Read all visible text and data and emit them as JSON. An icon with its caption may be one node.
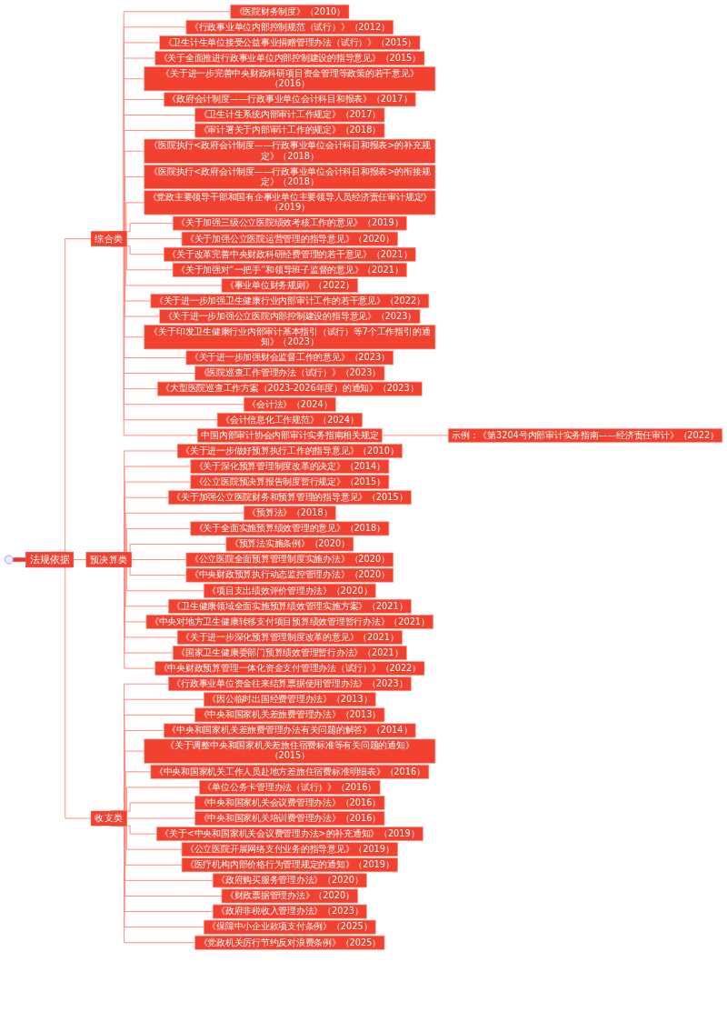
{
  "diagram": {
    "nodes": [
      {
        "text": [
          "法规依据"
        ]
      },
      {
        "text": [
          "综合类"
        ]
      },
      {
        "text": [
          "《医院财务制度》（2010）"
        ]
      },
      {
        "text": [
          "《行政事业单位内部控制规范（试行）》（2012）"
        ]
      },
      {
        "text": [
          "《卫生计生单位接受公益事业捐赠管理办法（试行）》（2015）"
        ]
      },
      {
        "text": [
          "《关于全面推进行政事业单位内部控制建设的指导意见》（2015）"
        ]
      },
      {
        "text": [
          "《关于进一步完善中央财政科研项目资金管理等政策的若干意见》（2016）"
        ]
      },
      {
        "text": [
          "《政府会计制度——行政事业单位会计科目和报表》（2017）"
        ]
      },
      {
        "text": [
          "《卫生计生系统内部审计工作规定》（2017）"
        ]
      },
      {
        "text": [
          "《审计署关于内部审计工作的规定》（2018）"
        ]
      },
      {
        "text": [
          "《医院执行<政府会计制度——行政事业单位会计科目和报表>的补充规定》（2018）"
        ]
      },
      {
        "text": [
          "《医院执行<政府会计制度——行政事业单位会计科目和报表>的衔接规定》（2018）"
        ]
      },
      {
        "text": [
          "《党政主要领导干部和国有企事业单位主要领导人员经济责任审计规定》（2019）"
        ]
      },
      {
        "text": [
          "《关于加强三级公立医院绩效考核工作的意见》（2019）"
        ]
      },
      {
        "text": [
          "《关于加强公立医院运营管理的指导意见》（2020）"
        ]
      },
      {
        "text": [
          "《关于改革完善中央财政科研经费管理的若干意见》（2021）"
        ]
      },
      {
        "text": [
          "《关于加强对“一把手”和领导班子监督的意见》（2021）"
        ]
      },
      {
        "text": [
          "《事业单位财务规则》（2022）"
        ]
      },
      {
        "text": [
          "《关于进一步加强卫生健康行业内部审计工作的若干意见》（2022）"
        ]
      },
      {
        "text": [
          "《关于进一步加强公立医院内部控制建设的指导意见》（2023）"
        ]
      },
      {
        "text": [
          "《关于印发卫生健康行业内部审计基本指引（试行）等7个工作指引的通知》（2023）"
        ]
      },
      {
        "text": [
          "《关于进一步加强财会监督工作的意见》（2023）"
        ]
      },
      {
        "text": [
          "《医院巡查工作管理办法（试行）》（2023）"
        ]
      },
      {
        "text": [
          "《大型医院巡查工作方案（2023-2026年度）的通知》（2023）"
        ]
      },
      {
        "text": [
          "《会计法》（2024）"
        ]
      },
      {
        "text": [
          "《会计信息化工作规范》（2024）"
        ]
      },
      {
        "text": [
          "中国内部审计协会内部审计实务指南相关规定"
        ]
      },
      {
        "text": [
          "示例：《第3204号内部审计实务指南——经济责任审计》（2022）"
        ]
      },
      {
        "text": [
          "预决算类"
        ]
      },
      {
        "text": [
          "《关于进一步做好预算执行工作的指导意见》（2010）"
        ]
      },
      {
        "text": [
          "《关于深化预算管理制度改革的决定》（2014）"
        ]
      },
      {
        "text": [
          "《公立医院预决算报告制度暂行规定》（2015）"
        ]
      },
      {
        "text": [
          "《关于加强公立医院财务和预算管理的指导意见》（2015）"
        ]
      },
      {
        "text": [
          "《预算法》（2018）"
        ]
      },
      {
        "text": [
          "《关于全面实施预算绩效管理的意见》（2018）"
        ]
      },
      {
        "text": [
          "《预算法实施条例》（2020）"
        ]
      },
      {
        "text": [
          "《公立医院全面预算管理制度实施办法》（2020）"
        ]
      },
      {
        "text": [
          "《中央财政预算执行动态监控管理办法》（2020）"
        ]
      },
      {
        "text": [
          "《项目支出绩效评价管理办法》（2020）"
        ]
      },
      {
        "text": [
          "《卫生健康领域全面实施预算绩效管理实施方案》（2021）"
        ]
      },
      {
        "text": [
          "《中央对地方卫生健康转移支付项目预算绩效管理暂行办法》（2021）"
        ]
      },
      {
        "text": [
          "《关于进一步深化预算管理制度改革的意见》（2021）"
        ]
      },
      {
        "text": [
          "《国家卫生健康委部门预算绩效管理暂行办法》（2021）"
        ]
      },
      {
        "text": [
          "《中央财政预算管理一体化资金支付管理办法（试行）》（2022）"
        ]
      },
      {
        "text": [
          "收支类"
        ]
      },
      {
        "text": [
          "《行政事业单位资金往来结算票据使用管理办法》（2023）"
        ]
      },
      {
        "text": [
          "《因公临时出国经费管理办法》（2013）"
        ]
      },
      {
        "text": [
          "《中央和国家机关差旅费管理办法》（2013）"
        ]
      },
      {
        "text": [
          "《中央和国家机关差旅费管理办法有关问题的解答》（2014）"
        ]
      },
      {
        "text": [
          "《关于调整中央和国家机关差旅住宿费标准等有关问题的通知》（2015）"
        ]
      },
      {
        "text": [
          "《中央和国家机关工作人员赴地方差旅住宿费标准明细表》（2016）"
        ]
      },
      {
        "text": [
          "《单位公务卡管理办法（试行）》（2016）"
        ]
      },
      {
        "text": [
          "《中央和国家机关会议费管理办法》（2016）"
        ]
      },
      {
        "text": [
          "《中央和国家机关培训费管理办法》（2016）"
        ]
      },
      {
        "text": [
          "《关于<中央和国家机关会议费管理办法>的补充通知》（2019）"
        ]
      },
      {
        "text": [
          "《公立医院开展网络支付业务的指导意见》（2019）"
        ]
      },
      {
        "text": [
          "《医疗机构内部价格行为管理规定的通知》（2019）"
        ]
      },
      {
        "text": [
          "《政府购买服务管理办法》（2020）"
        ]
      },
      {
        "text": [
          "《财政票据管理办法》（2020）"
        ]
      },
      {
        "text": [
          "《政府非税收入管理办法》（2023）"
        ]
      },
      {
        "text": [
          "《保障中小企业款项支付条例》（2025）"
        ]
      },
      {
        "text": [
          "《党政机关厉行节约反对浪费条例》（2025）"
        ]
      }
    ],
    "edges": [
      {
        "from": null,
        "to": 0,
        "arrow": "none",
        "style": "thick",
        "color": "#e53935"
      },
      {
        "from": 0,
        "to": 1,
        "arrow": "none"
      },
      {
        "from": 1,
        "to": 2,
        "arrow": "none"
      },
      {
        "from": 1,
        "to": 3,
        "arrow": "none"
      },
      {
        "from": 1,
        "to": 4,
        "arrow": "none"
      },
      {
        "from": 1,
        "to": 5,
        "arrow": "none"
      },
      {
        "from": 1,
        "to": 6,
        "arrow": "none"
      },
      {
        "from": 1,
        "to": 7,
        "arrow": "none"
      },
      {
        "from": 1,
        "to": 8,
        "arrow": "none"
      },
      {
        "from": 1,
        "to": 9,
        "arrow": "none"
      },
      {
        "from": 1,
        "to": 10,
        "arrow": "none"
      },
      {
        "from": 1,
        "to": 11,
        "arrow": "none"
      },
      {
        "from": 1,
        "to": 12,
        "arrow": "none"
      },
      {
        "from": 1,
        "to": 13,
        "arrow": "none"
      },
      {
        "from": 1,
        "to": 14,
        "arrow": "none"
      },
      {
        "from": 1,
        "to": 15,
        "arrow": "none"
      },
      {
        "from": 1,
        "to": 16,
        "arrow": "none"
      },
      {
        "from": 1,
        "to": 17,
        "arrow": "none"
      },
      {
        "from": 1,
        "to": 18,
        "arrow": "none"
      },
      {
        "from": 1,
        "to": 19,
        "arrow": "none"
      },
      {
        "from": 1,
        "to": 20,
        "arrow": "none"
      },
      {
        "from": 1,
        "to": 21,
        "arrow": "none"
      },
      {
        "from": 1,
        "to": 22,
        "arrow": "none"
      },
      {
        "from": 1,
        "to": 23,
        "arrow": "none"
      },
      {
        "from": 1,
        "to": 24,
        "arrow": "none"
      },
      {
        "from": 1,
        "to": 25,
        "arrow": "none"
      },
      {
        "from": 1,
        "to": 26,
        "arrow": "none"
      },
      {
        "from": 26,
        "to": 27,
        "arrow": "none"
      },
      {
        "from": 0,
        "to": 28,
        "arrow": "none"
      },
      {
        "from": 28,
        "to": 29,
        "arrow": "none"
      },
      {
        "from": 28,
        "to": 30,
        "arrow": "none"
      },
      {
        "from": 28,
        "to": 31,
        "arrow": "none"
      },
      {
        "from": 28,
        "to": 32,
        "arrow": "none"
      },
      {
        "from": 28,
        "to": 33,
        "arrow": "none"
      },
      {
        "from": 28,
        "to": 34,
        "arrow": "none"
      },
      {
        "from": 28,
        "to": 35,
        "arrow": "none"
      },
      {
        "from": 28,
        "to": 36,
        "arrow": "none"
      },
      {
        "from": 28,
        "to": 37,
        "arrow": "none"
      },
      {
        "from": 28,
        "to": 38,
        "arrow": "none"
      },
      {
        "from": 28,
        "to": 39,
        "arrow": "none"
      },
      {
        "from": 28,
        "to": 40,
        "arrow": "none"
      },
      {
        "from": 28,
        "to": 41,
        "arrow": "none"
      },
      {
        "from": 28,
        "to": 42,
        "arrow": "none"
      },
      {
        "from": 28,
        "to": 43,
        "arrow": "none"
      },
      {
        "from": 0,
        "to": 44,
        "arrow": "none"
      },
      {
        "from": 44,
        "to": 45,
        "arrow": "none"
      },
      {
        "from": 44,
        "to": 46,
        "arrow": "none"
      },
      {
        "from": 44,
        "to": 47,
        "arrow": "none"
      },
      {
        "from": 44,
        "to": 48,
        "arrow": "none"
      },
      {
        "from": 44,
        "to": 49,
        "arrow": "none"
      },
      {
        "from": 44,
        "to": 50,
        "arrow": "none"
      },
      {
        "from": 44,
        "to": 51,
        "arrow": "none"
      },
      {
        "from": 44,
        "to": 52,
        "arrow": "none"
      },
      {
        "from": 44,
        "to": 53,
        "arrow": "none"
      },
      {
        "from": 44,
        "to": 54,
        "arrow": "none"
      },
      {
        "from": 44,
        "to": 55,
        "arrow": "none"
      },
      {
        "from": 44,
        "to": 56,
        "arrow": "none"
      },
      {
        "from": 44,
        "to": 57,
        "arrow": "none"
      },
      {
        "from": 44,
        "to": 58,
        "arrow": "none"
      },
      {
        "from": 44,
        "to": 59,
        "arrow": "none"
      },
      {
        "from": 44,
        "to": 60,
        "arrow": "none"
      },
      {
        "from": 44,
        "to": 61,
        "arrow": "none"
      }
    ]
  }
}
